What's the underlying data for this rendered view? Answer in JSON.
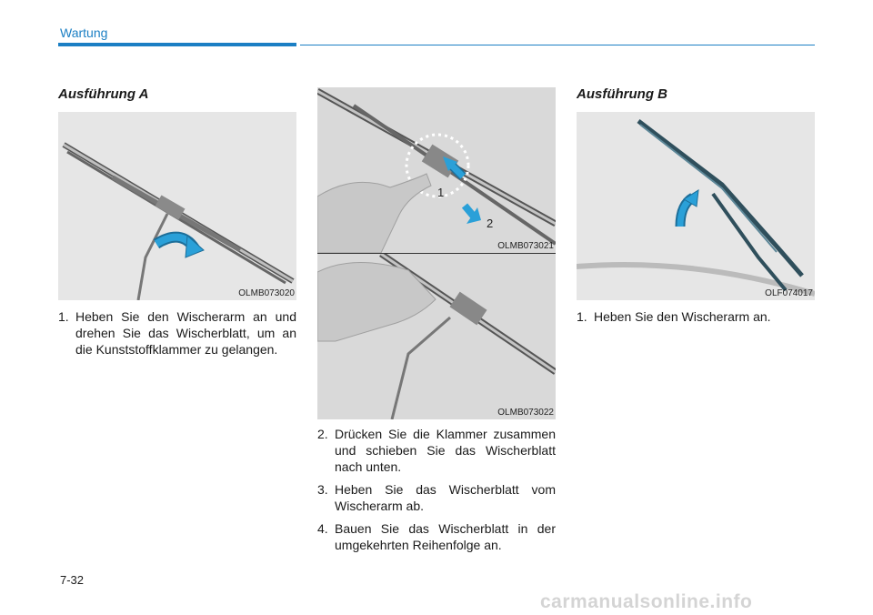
{
  "header": {
    "section": "Wartung"
  },
  "col_a": {
    "heading": "Ausführung A",
    "figure_code": "OLMB073020",
    "steps": [
      {
        "num": "1.",
        "text": "Heben Sie den Wischerarm an und drehen Sie das Wischerblatt, um an die Kunststoffklammer zu gelangen."
      }
    ]
  },
  "col_mid": {
    "figure_top": {
      "code": "OLMB073021",
      "callout_1": "1",
      "callout_2": "2"
    },
    "figure_bottom": {
      "code": "OLMB073022"
    },
    "steps": [
      {
        "num": "2.",
        "text": "Drücken Sie die Klammer zusammen und schieben Sie das Wischerblatt nach unten."
      },
      {
        "num": "3.",
        "text": "Heben Sie das Wischerblatt vom Wischerarm ab."
      },
      {
        "num": "4.",
        "text": "Bauen Sie das Wischerblatt in der umgekehrten Reihenfolge an."
      }
    ]
  },
  "col_b": {
    "heading": "Ausführung B",
    "figure_code": "OLF074017",
    "steps": [
      {
        "num": "1.",
        "text": "Heben Sie den Wischerarm an."
      }
    ]
  },
  "footer": {
    "page_number": "7-32",
    "watermark": "carmanualsonline.info"
  },
  "colors": {
    "accent": "#1b7fc4",
    "arrow": "#2aa0d8"
  }
}
